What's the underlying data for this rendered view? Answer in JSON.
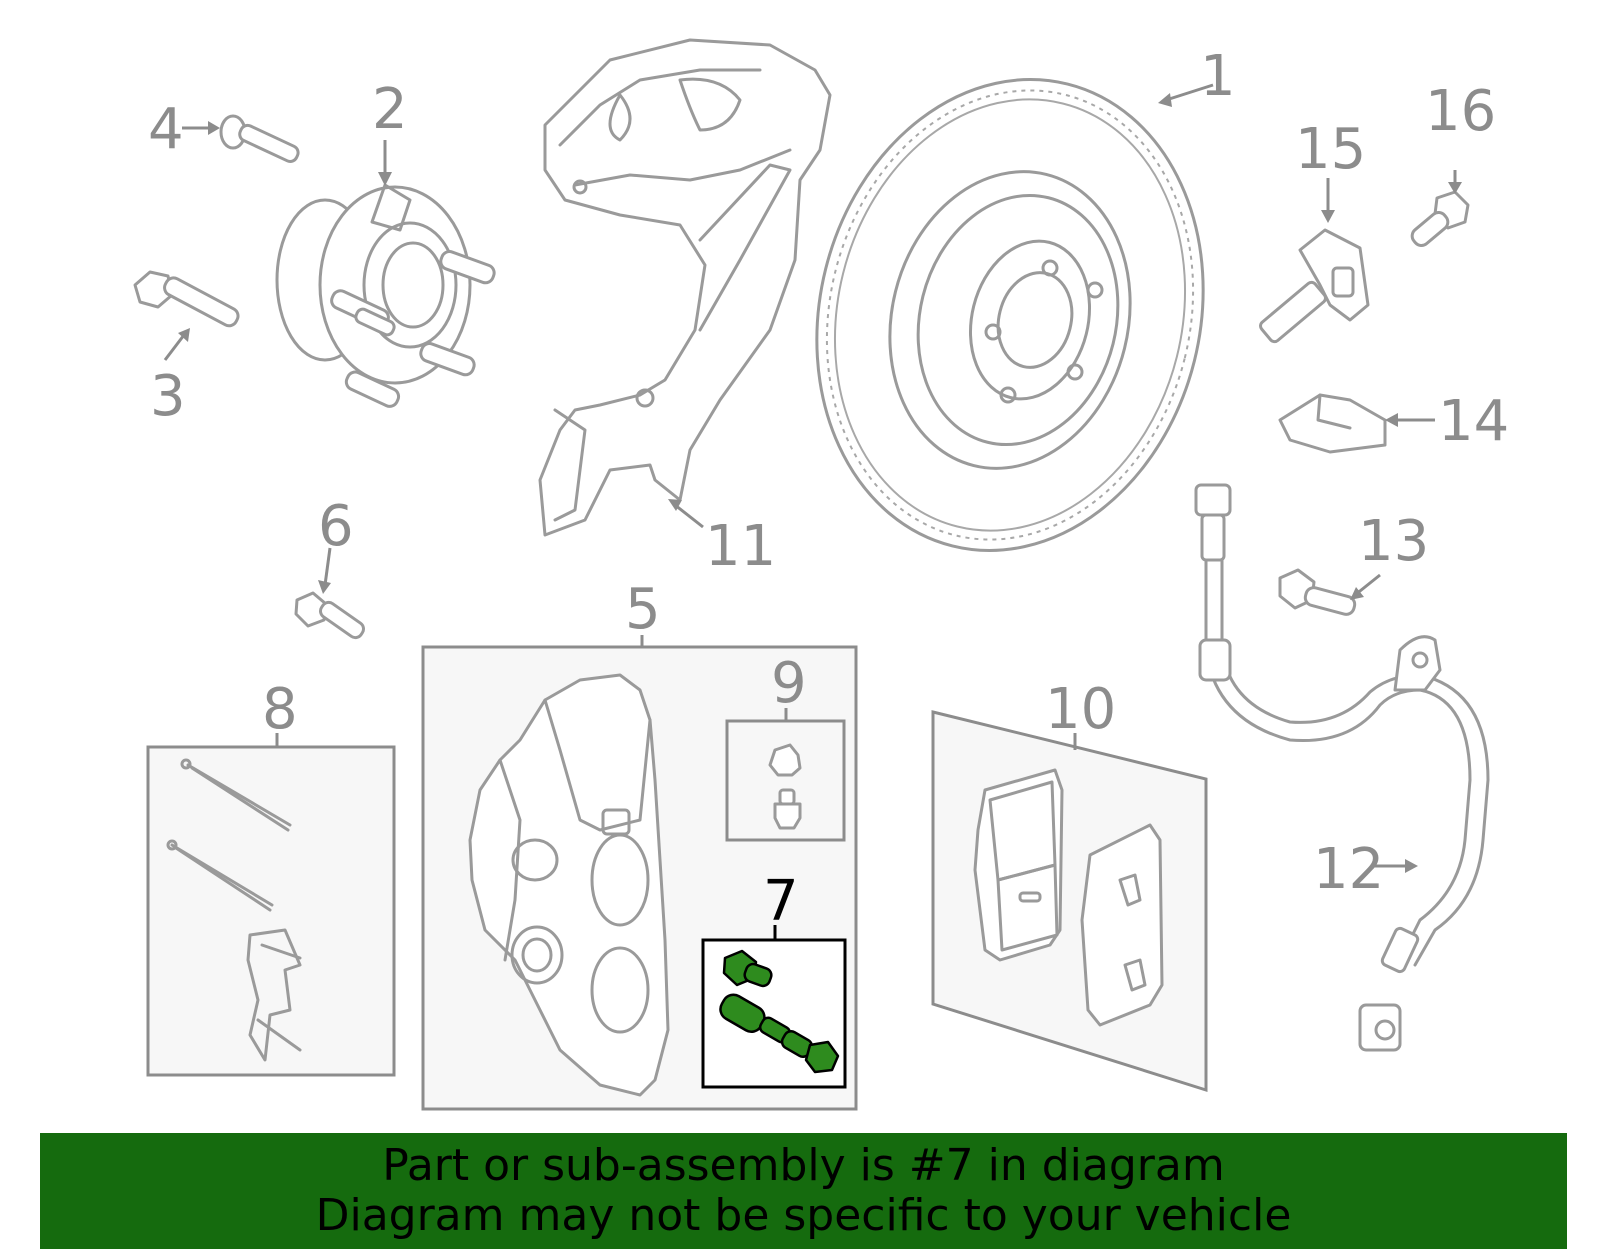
{
  "callouts": {
    "c1": "1",
    "c2": "2",
    "c3": "3",
    "c4": "4",
    "c5": "5",
    "c6": "6",
    "c7": "7",
    "c8": "8",
    "c9": "9",
    "c10": "10",
    "c11": "11",
    "c12": "12",
    "c13": "13",
    "c14": "14",
    "c15": "15",
    "c16": "16"
  },
  "highlighted_part": "7",
  "colors": {
    "highlight_fill": "#2e8b1e",
    "banner": "#156b0e",
    "part_lines": "#9a9a9a"
  },
  "banner": {
    "line1": "Part or sub-assembly is #7 in diagram",
    "line2": "Diagram may not be specific to your vehicle"
  }
}
